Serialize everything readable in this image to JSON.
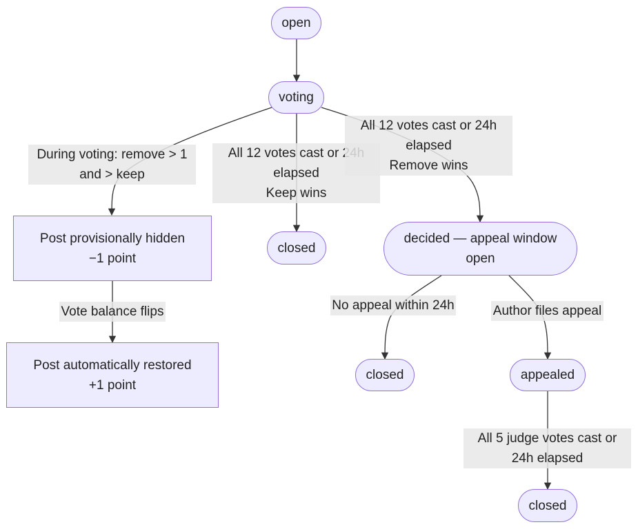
{
  "nodes": {
    "open": "open",
    "voting": "voting",
    "hidden": "Post provisionally hidden\n−1 point",
    "closed_keep": "closed",
    "decided": "decided — appeal window\nopen",
    "restored": "Post automatically restored\n+1 point",
    "closed_no_appeal": "closed",
    "appealed": "appealed",
    "closed_final": "closed"
  },
  "edges": {
    "during_voting": "During voting: remove > 1\nand > keep",
    "keep_wins": "All 12 votes cast or 24h\nelapsed\nKeep wins",
    "remove_wins": "All 12 votes cast or 24h\nelapsed\nRemove wins",
    "vote_flips": "Vote balance flips",
    "no_appeal": "No appeal within 24h",
    "files_appeal": "Author files appeal",
    "judges": "All 5 judge votes cast or\n24h elapsed"
  },
  "colors": {
    "node_fill": "#ececfe",
    "node_border": "#9370db",
    "edge": "#333333",
    "label_bg": "#e8e8e8"
  }
}
